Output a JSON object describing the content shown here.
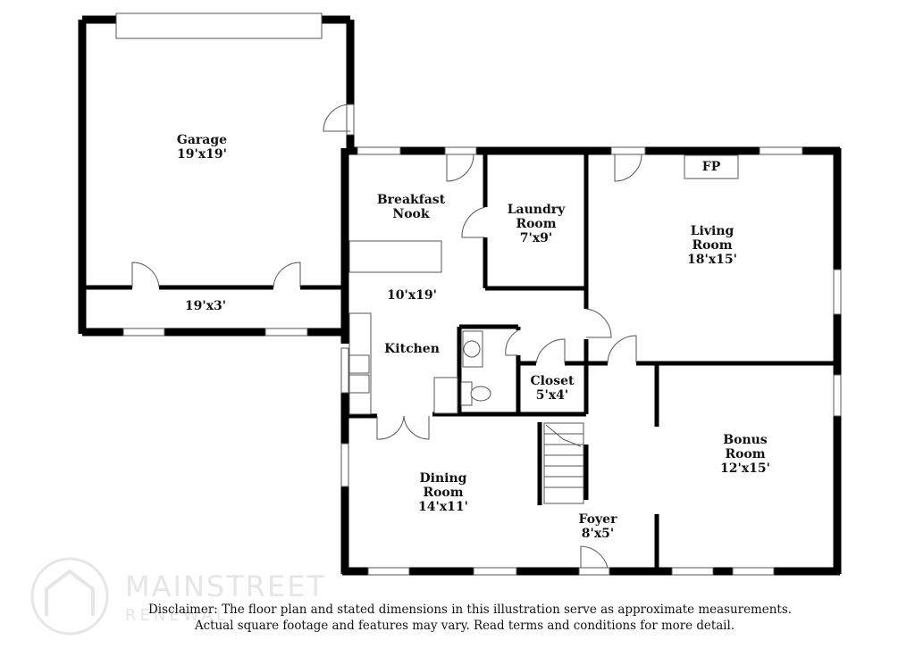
{
  "rooms": {
    "garage": {
      "name": "Garage",
      "dim": "19'x19'"
    },
    "garage_strip": {
      "dim": "19'x3'"
    },
    "breakfast": {
      "name1": "Breakfast",
      "name2": "Nook"
    },
    "kitchen": {
      "dim": "10'x19'",
      "name": "Kitchen"
    },
    "laundry": {
      "name1": "Laundry",
      "name2": "Room",
      "dim": "7'x9'"
    },
    "living": {
      "name1": "Living",
      "name2": "Room",
      "dim": "18'x15'"
    },
    "fireplace": {
      "label": "FP"
    },
    "closet": {
      "name": "Closet",
      "dim": "5'x4'"
    },
    "bonus": {
      "name1": "Bonus",
      "name2": "Room",
      "dim": "12'x15'"
    },
    "dining": {
      "name1": "Dining",
      "name2": "Room",
      "dim": "14'x11'"
    },
    "foyer": {
      "name": "Foyer",
      "dim": "8'x5'"
    }
  },
  "watermark": {
    "line1": "MAINSTREET",
    "line2": "RENEWAL"
  },
  "disclaimer": {
    "line1": "Disclaimer: The floor plan and stated dimensions in this illustration serve as approximate measurements.",
    "line2": "Actual square footage and features may vary. Read terms and conditions for more detail."
  },
  "colors": {
    "wall": "#000000",
    "background": "#ffffff",
    "fixture": "#555555",
    "watermark": "#e6e6e6"
  }
}
